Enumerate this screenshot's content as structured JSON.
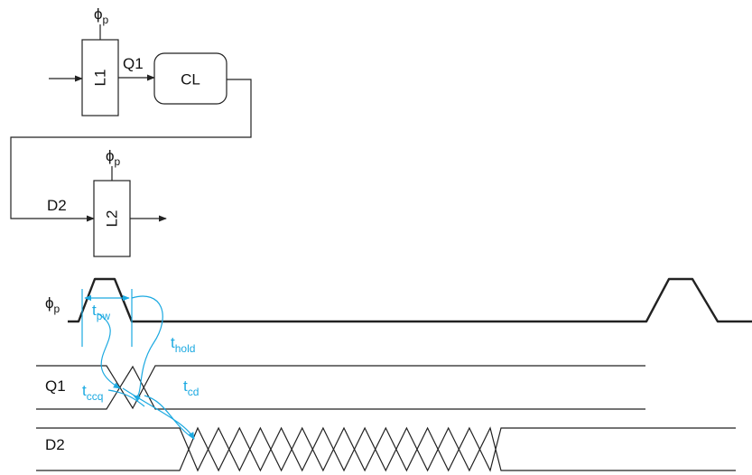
{
  "circuit": {
    "clock_label": "ϕ",
    "clock_sub": "p",
    "latch1": "L1",
    "latch2": "L2",
    "comb_logic": "CL",
    "q1_wire": "Q1",
    "d2_wire": "D2"
  },
  "timing": {
    "clock_label": "ϕ",
    "clock_sub": "p",
    "q1_label": "Q1",
    "d2_label": "D2",
    "t_pw": {
      "main": "t",
      "sub": "pw"
    },
    "t_ccq": {
      "main": "t",
      "sub": "ccq"
    },
    "t_hold": {
      "main": "t",
      "sub": "hold"
    },
    "t_cd": {
      "main": "t",
      "sub": "cd"
    }
  },
  "colors": {
    "annotation": "#1ba9e1",
    "line": "#222222"
  }
}
